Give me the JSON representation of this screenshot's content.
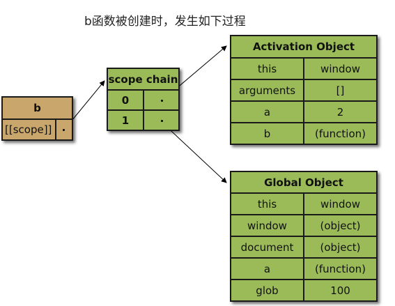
{
  "title": "b函数被创建时，发生如下过程",
  "colors": {
    "green": "#9bbb59",
    "tan": "#c9a66b",
    "border": "#1a1a1a"
  },
  "b_box": {
    "header": "b",
    "scope_label": "[[scope]]"
  },
  "scope_chain": {
    "header": "scope chain",
    "rows": [
      {
        "index": "0"
      },
      {
        "index": "1"
      }
    ]
  },
  "activation_object": {
    "header": "Activation Object",
    "rows": [
      {
        "key": "this",
        "value": "window"
      },
      {
        "key": "arguments",
        "value": "[]"
      },
      {
        "key": "a",
        "value": "2"
      },
      {
        "key": "b",
        "value": "(function)"
      }
    ]
  },
  "global_object": {
    "header": "Global Object",
    "rows": [
      {
        "key": "this",
        "value": "window"
      },
      {
        "key": "window",
        "value": "(object)"
      },
      {
        "key": "document",
        "value": "(object)"
      },
      {
        "key": "a",
        "value": "(function)"
      },
      {
        "key": "glob",
        "value": "100"
      }
    ]
  }
}
